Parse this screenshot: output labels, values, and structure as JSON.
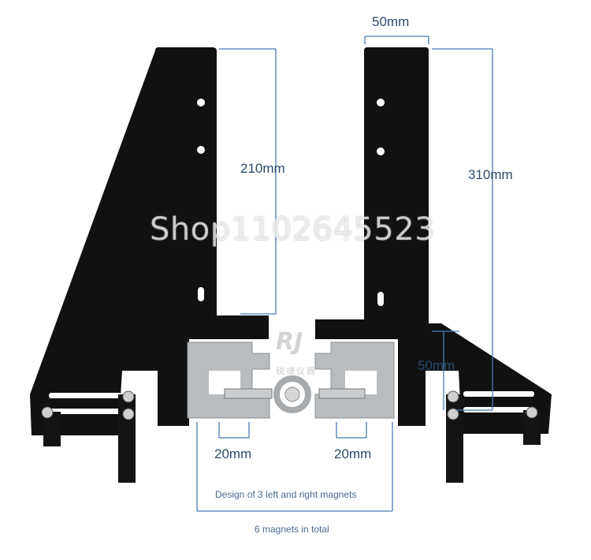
{
  "labels": {
    "top_width": "50mm",
    "left_height": "210mm",
    "right_height": "310mm",
    "right_offset": "50mm",
    "left_clamp": "20mm",
    "right_clamp": "20mm"
  },
  "notes": {
    "magnets_design": "Design of 3 left and right magnets",
    "magnets_total": "6 magnets in total"
  },
  "watermark": "Shop1102645523",
  "logo": "RJ",
  "logo_sub": "锐捷仪器",
  "colors": {
    "bracket": "#111111",
    "dimension_line": "#4a7bb3",
    "clamp": "#b8bcbf",
    "label_text": "#2c4a6e"
  }
}
